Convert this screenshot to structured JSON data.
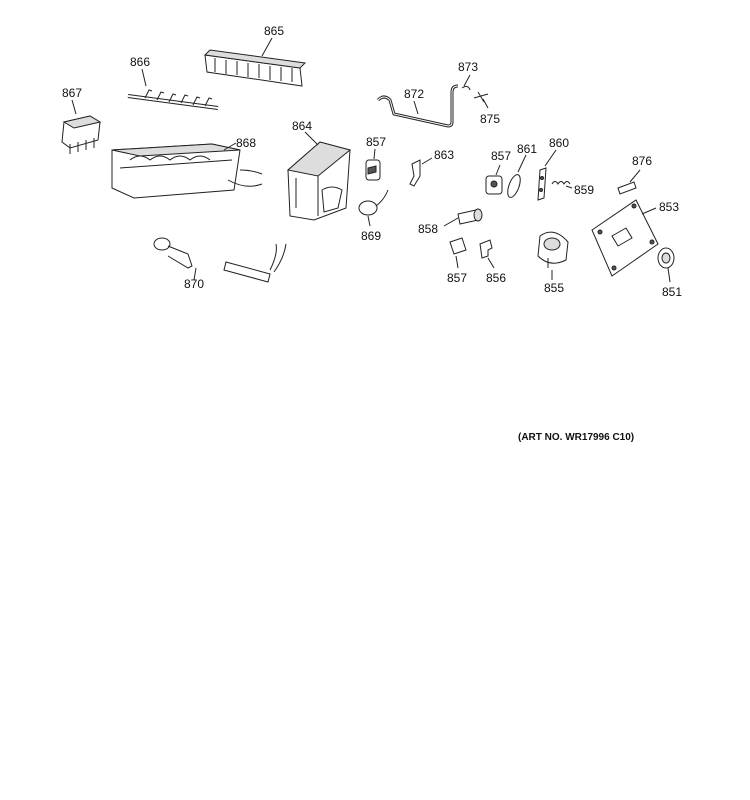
{
  "art_number": "(ART NO. WR17996 C10)",
  "parts": [
    {
      "id": "p865",
      "label": "865"
    },
    {
      "id": "p866",
      "label": "866"
    },
    {
      "id": "p867",
      "label": "867"
    },
    {
      "id": "p868",
      "label": "868"
    },
    {
      "id": "p864",
      "label": "864"
    },
    {
      "id": "p857a",
      "label": "857"
    },
    {
      "id": "p863",
      "label": "863"
    },
    {
      "id": "p872",
      "label": "872"
    },
    {
      "id": "p873",
      "label": "873"
    },
    {
      "id": "p875",
      "label": "875"
    },
    {
      "id": "p857b",
      "label": "857"
    },
    {
      "id": "p861",
      "label": "861"
    },
    {
      "id": "p860",
      "label": "860"
    },
    {
      "id": "p859",
      "label": "859"
    },
    {
      "id": "p876",
      "label": "876"
    },
    {
      "id": "p853",
      "label": "853"
    },
    {
      "id": "p869",
      "label": "869"
    },
    {
      "id": "p858",
      "label": "858"
    },
    {
      "id": "p857c",
      "label": "857"
    },
    {
      "id": "p856",
      "label": "856"
    },
    {
      "id": "p855",
      "label": "855"
    },
    {
      "id": "p851",
      "label": "851"
    },
    {
      "id": "p870",
      "label": "870"
    }
  ]
}
